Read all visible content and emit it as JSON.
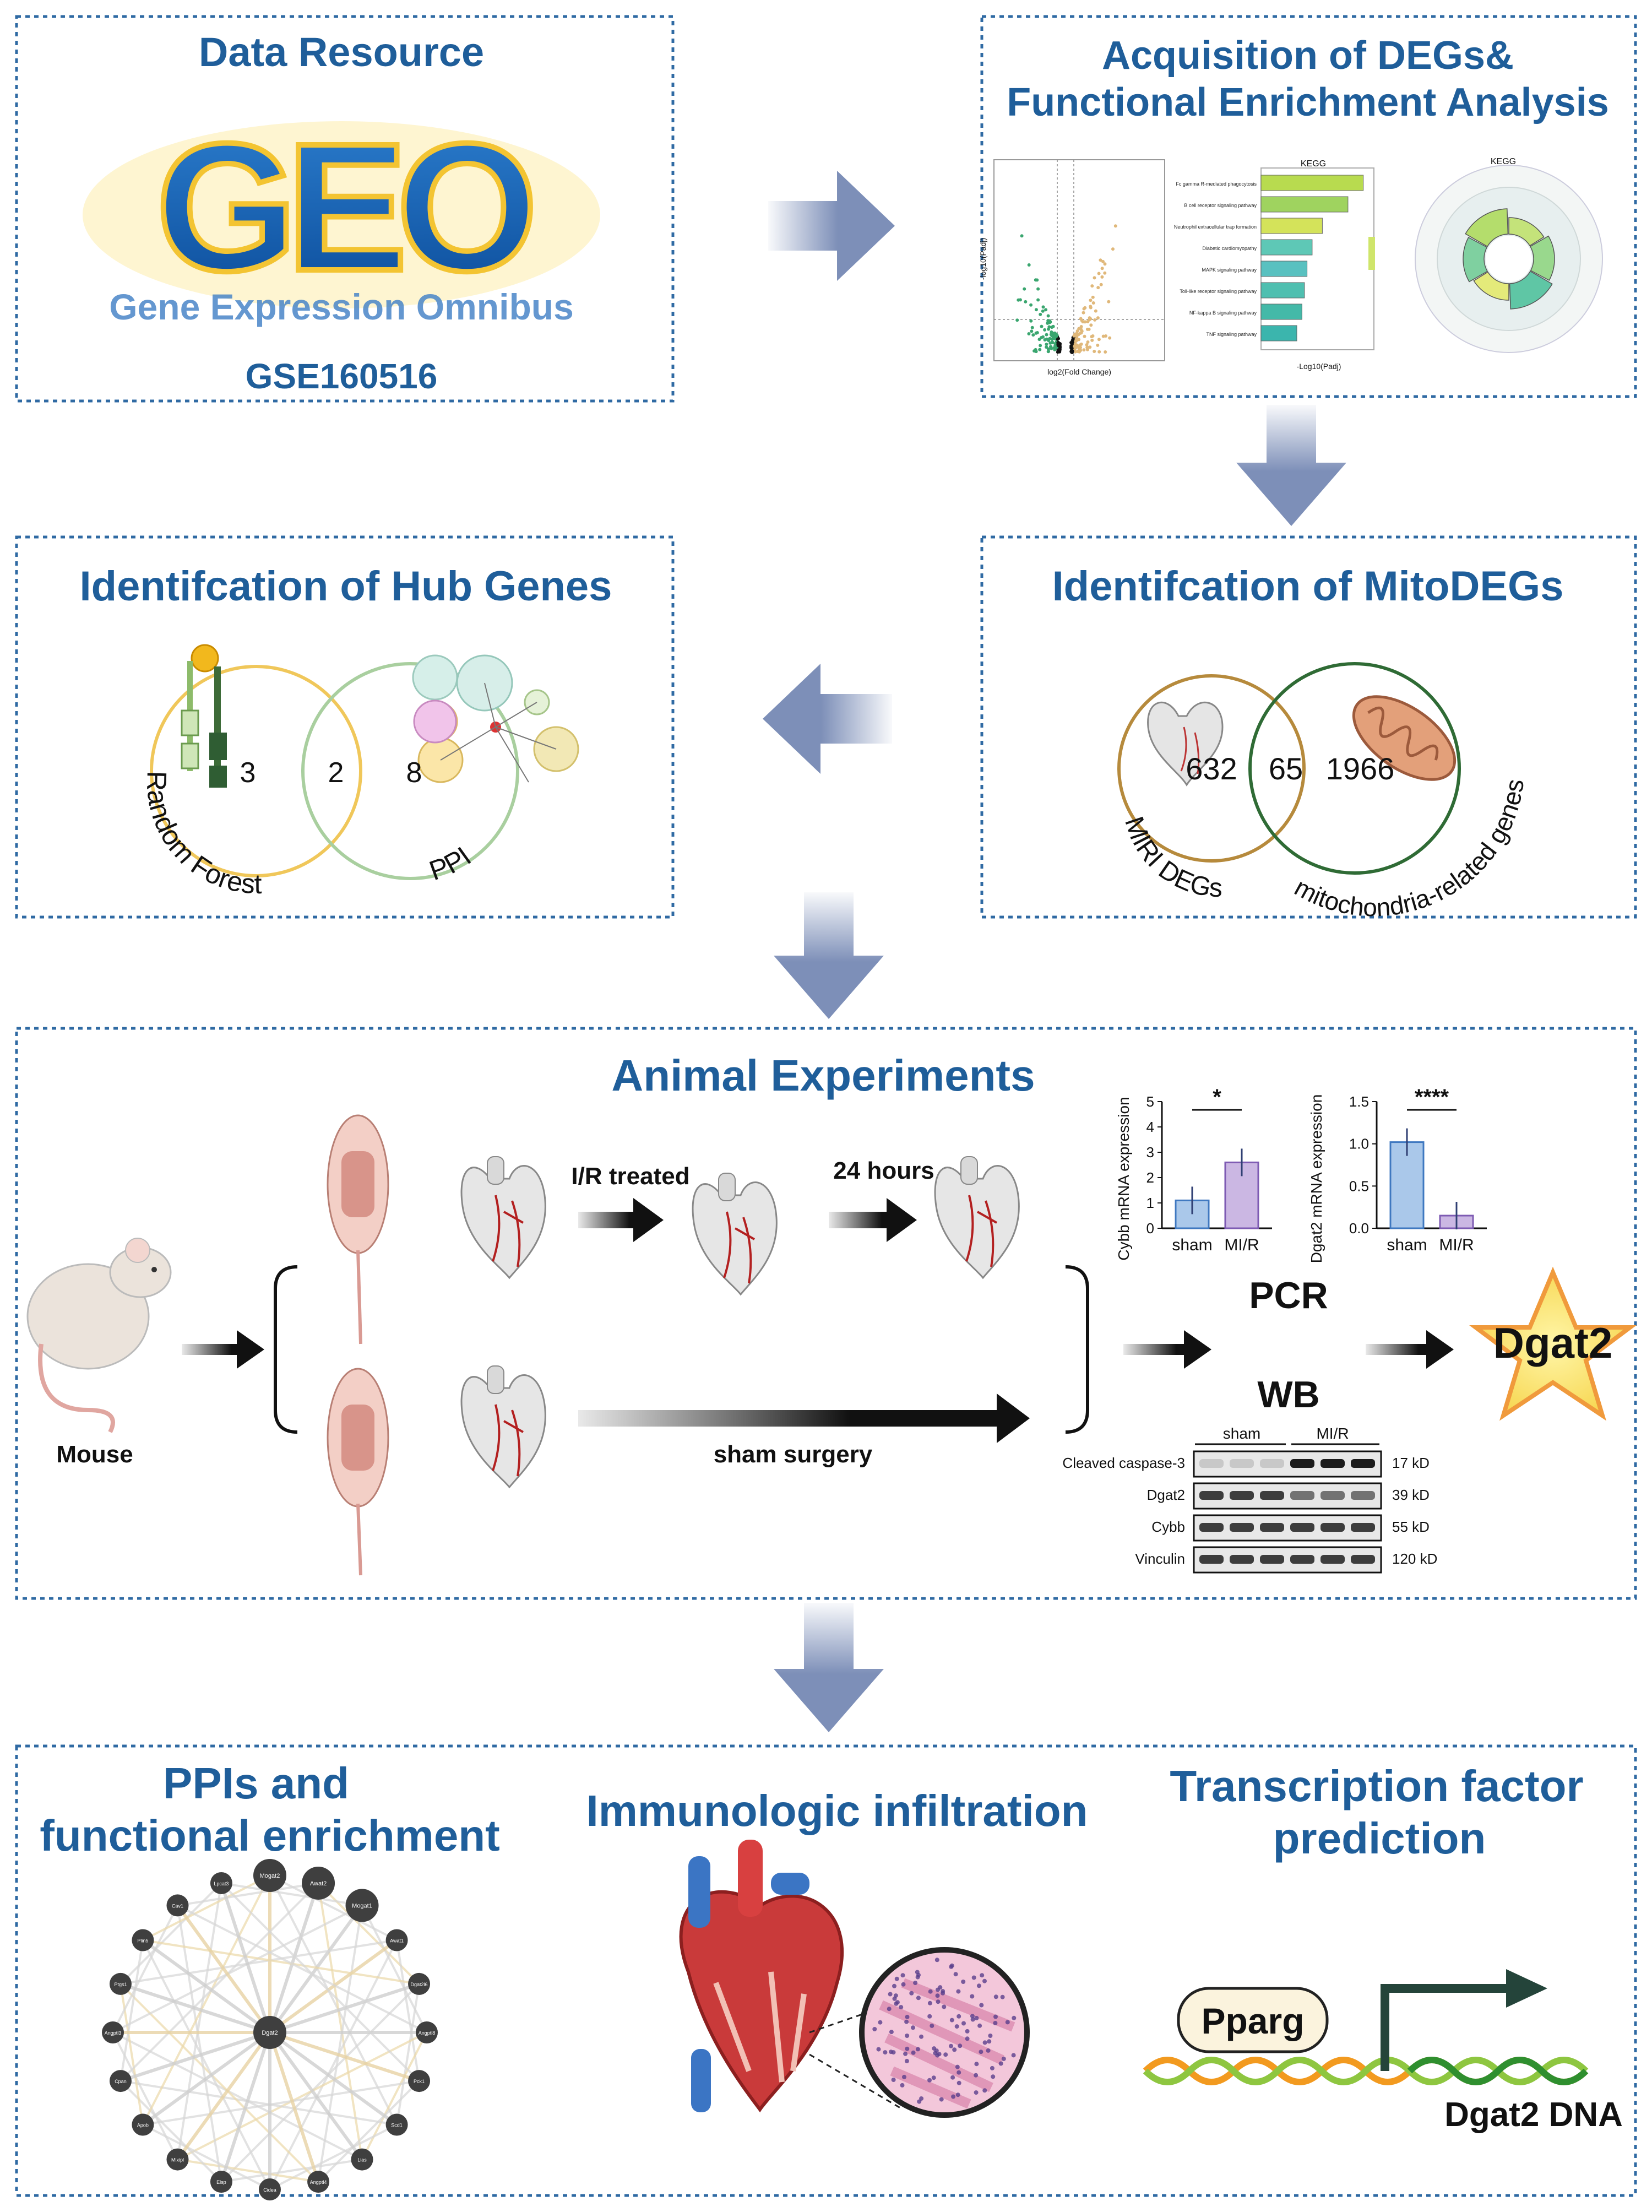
{
  "colors": {
    "title_blue": "#1f5e9a",
    "panel_border": "#2f6aa3",
    "arrow": "#7d8fb8",
    "venn_gold": "#b68a3c",
    "venn_green": "#2f6b35",
    "venn_yellow": "#f0c75a",
    "venn_lightgreen": "#a9cf9f"
  },
  "data_resource": {
    "title": "Data Resource",
    "logo_text": "GEO",
    "logo_subtitle": "Gene Expression Omnibus",
    "accession": "GSE160516"
  },
  "degs": {
    "title_line1": "Acquisition of DEGs&",
    "title_line2": "Functional Enrichment Analysis",
    "kegg_bar_title": "KEGG",
    "kegg_circle_title": "KEGG",
    "pathways": [
      "Fc gamma R-mediated phagocytosis",
      "B cell receptor signaling pathway",
      "Neutrophil extracellular trap formation",
      "Diabetic cardiomyopathy",
      "MAPK signaling pathway",
      "Toll-like receptor signaling pathway",
      "NF-kappa B signaling pathway",
      "TNF signaling pathway"
    ],
    "bar_values": [
      4.0,
      3.4,
      2.4,
      2.0,
      1.8,
      1.7,
      1.6,
      1.4
    ],
    "bar_xlabel": "-Log10(Padj)",
    "volcano_xlabel": "log2(Fold Change)",
    "volcano_ylabel": "-log10(Padj)"
  },
  "mitodegs": {
    "title": "Identifcation of MitoDEGs",
    "left_only": "632",
    "overlap": "65",
    "right_only": "1966",
    "left_label": "MIRI DEGs",
    "right_label": "mitochondria-related genes"
  },
  "hub": {
    "title": "Identifcation of Hub Genes",
    "left_only": "3",
    "overlap": "2",
    "right_only": "8",
    "left_label": "Random Forest",
    "right_label": "PPI"
  },
  "animal": {
    "title": "Animal Experiments",
    "mouse_label": "Mouse",
    "ir_label": "I/R treated",
    "time_label": "24 hours",
    "sham_label": "sham surgery",
    "pcr_label": "PCR",
    "wb_label": "WB",
    "result_gene": "Dgat2",
    "pcr_cybb": {
      "ylabel": "Cybb mRNA expression",
      "ticks": [
        "0",
        "1",
        "2",
        "3",
        "4",
        "5"
      ],
      "groups": [
        "sham",
        "MI/R"
      ],
      "values": [
        1.1,
        2.6
      ],
      "ymax": 5,
      "significance": "*"
    },
    "pcr_dgat2": {
      "ylabel": "Dgat2 mRNA expression",
      "ticks": [
        "0.0",
        "0.5",
        "1.0",
        "1.5"
      ],
      "groups": [
        "sham",
        "MI/R"
      ],
      "values": [
        1.02,
        0.15
      ],
      "ymax": 1.5,
      "significance": "****"
    },
    "wb": {
      "group_sham": "sham",
      "group_mir": "MI/R",
      "rows": [
        {
          "label": "Cleaved caspase-3",
          "kd": "17 kD"
        },
        {
          "label": "Dgat2",
          "kd": "39 kD"
        },
        {
          "label": "Cybb",
          "kd": "55 kD"
        },
        {
          "label": "Vinculin",
          "kd": "120 kD"
        }
      ]
    }
  },
  "bottom": {
    "ppi_title_1": "PPIs and",
    "ppi_title_2": "functional enrichment",
    "immune_title": "Immunologic infiltration",
    "tf_title_1": "Transcription factor",
    "tf_title_2": "prediction",
    "tf_name": "Pparg",
    "dna_label": "Dgat2 DNA",
    "network_center": "Dgat2",
    "network_nodes": [
      "Mogat2",
      "Awat2",
      "Mogat1",
      "Awat1",
      "Dgat2l6",
      "Angptl8",
      "Pck1",
      "Scd1",
      "Lias",
      "Angptl4",
      "Cidea",
      "Elsp",
      "Mlxipl",
      "Apob",
      "Cpan",
      "Angptl3",
      "Ptgs1",
      "Plin5",
      "Cav1",
      "Lpcat3"
    ]
  }
}
